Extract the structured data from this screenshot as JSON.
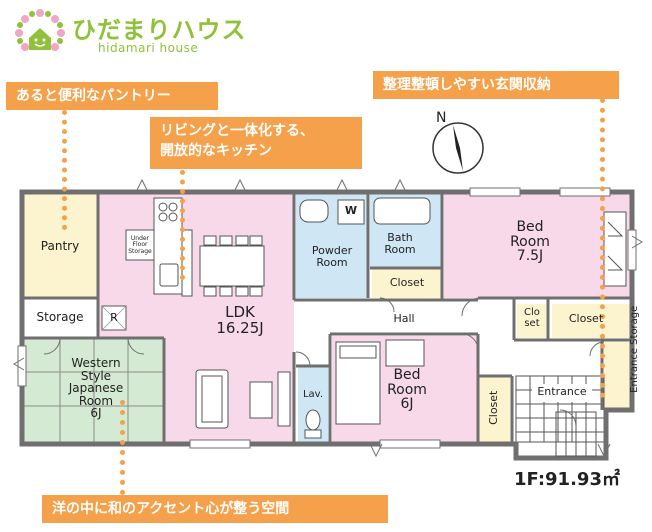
{
  "logo": {
    "title": "ひだまりハウス",
    "subtitle": "hidamari house"
  },
  "callouts": {
    "pantry": "あると便利なパントリー",
    "kitchen_line1": "リビングと一体化する、",
    "kitchen_line2": "開放的なキッチン",
    "entrance": "整理整頓しやすい玄関収納",
    "japanese": "洋の中に和のアクセント心が整う空間"
  },
  "compass": {
    "label": "N"
  },
  "rooms": {
    "pantry": "Pantry",
    "storage": "Storage",
    "ldk_name": "LDK",
    "ldk_size": "16.25J",
    "japanese_1": "Western",
    "japanese_2": "Style",
    "japanese_3": "Japanese",
    "japanese_4": "Room",
    "japanese_5": "6J",
    "under_floor_1": "Under",
    "under_floor_2": "Floor",
    "under_floor_3": "Storage",
    "refrigerator": "R",
    "powder_1": "Powder",
    "powder_2": "Room",
    "washer": "W",
    "bath_1": "Bath",
    "bath_2": "Room",
    "closet_bath": "Closet",
    "bed1_1": "Bed",
    "bed1_2": "Room",
    "bed1_3": "7.5J",
    "clo_1": "Clo",
    "clo_2": "set",
    "closet_bed1": "Closet",
    "hall": "Hall",
    "lav": "Lav.",
    "bed2_1": "Bed",
    "bed2_2": "Room",
    "bed2_3": "6J",
    "closet_bed2": "Closet",
    "entrance": "Entrance",
    "entrance_storage": "Entrance Storage"
  },
  "area": "1F:91.93㎡",
  "colors": {
    "accent_orange": "#f5a04a",
    "logo_green": "#8fc23a",
    "ldk_pink": "#f7d9ea",
    "pantry_yellow": "#fcf4cf",
    "japanese_green": "#d5ead2",
    "wet_blue": "#cfe6f5",
    "wall": "#6f6f6f"
  }
}
